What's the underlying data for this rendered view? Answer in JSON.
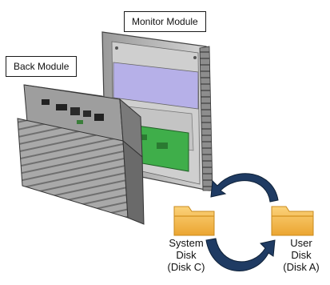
{
  "labels": {
    "monitor_module": "Monitor Module",
    "back_module": "Back Module"
  },
  "disks": {
    "system": {
      "line1": "System",
      "line2": "Disk",
      "line3": "(Disk C)"
    },
    "user": {
      "line1": "User",
      "line2": "Disk",
      "line3": "(Disk A)"
    }
  },
  "colors": {
    "folder_fill": "#f4b942",
    "folder_dark": "#d9931c",
    "arrow_fill": "#1f3b63",
    "board_green": "#3fae4a",
    "screen_purple": "#b6b0e8"
  }
}
